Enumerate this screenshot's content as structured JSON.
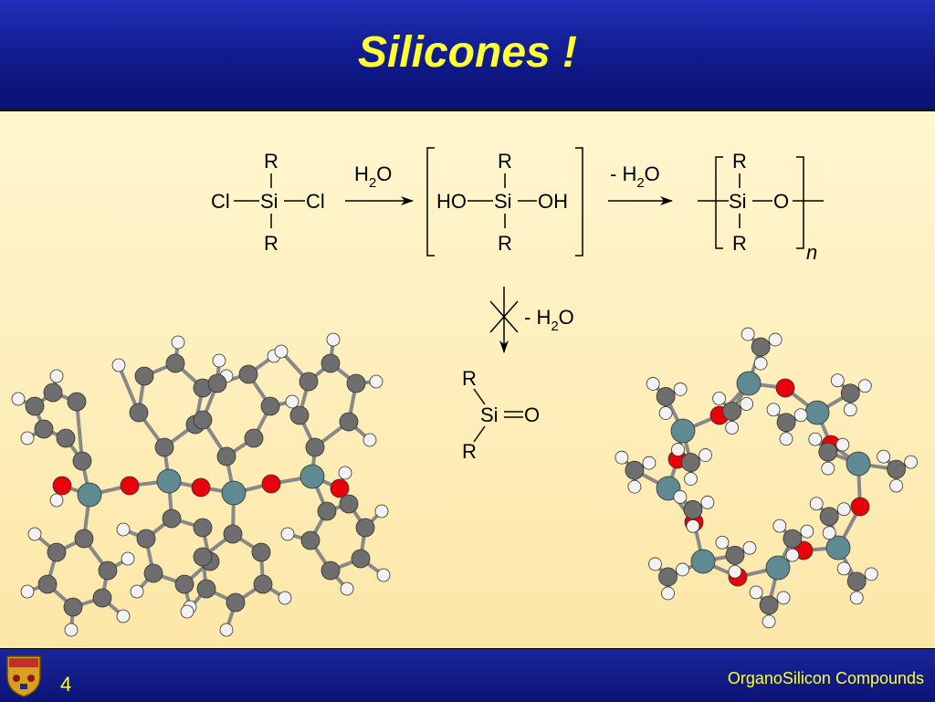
{
  "slide": {
    "title": "Silicones !",
    "number": "4",
    "footer": "OrganoSilicon Compounds"
  },
  "scheme": {
    "reactant": {
      "top": "R",
      "left": "Cl",
      "center": "Si",
      "right": "Cl",
      "bottom": "R"
    },
    "step1_reagent": {
      "main": "H",
      "sub": "2",
      "end": "O"
    },
    "intermediate": {
      "top": "R",
      "left": "HO",
      "center": "Si",
      "right": "OH",
      "bottom": "R"
    },
    "step2_reagent": {
      "main": "- H",
      "sub": "2",
      "end": "O"
    },
    "polymer": {
      "top": "R",
      "center": "Si",
      "right": "O",
      "bottom": "R",
      "repeat": "n"
    },
    "blocked_reagent": {
      "main": "- H",
      "sub": "2",
      "end": "O"
    },
    "silanone": {
      "r1": "R",
      "center": "Si",
      "double": "O",
      "r2": "R"
    }
  },
  "colors": {
    "header_blue": "#101a8a",
    "title_yellow": "#ffff33",
    "carbon": "#6e6e6e",
    "oxygen": "#e8000b",
    "silicon": "#5f8a92",
    "hydrogen": "#f2f2f2"
  }
}
